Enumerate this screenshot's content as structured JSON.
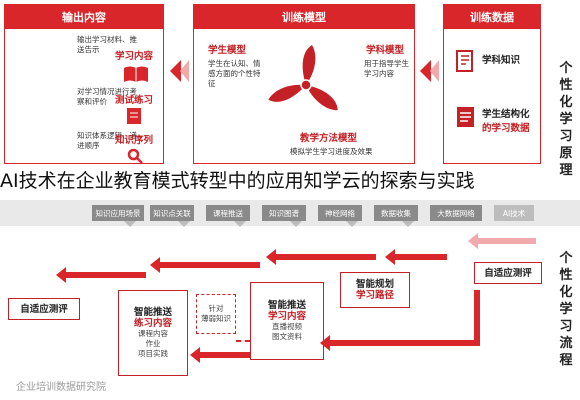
{
  "top": {
    "output_panel": {
      "header": "输出内容",
      "items": [
        {
          "label": "学习内容",
          "desc": "输出学习材料、推送告示"
        },
        {
          "label": "测试练习",
          "desc": "对学习情况进行考察和评价"
        },
        {
          "label": "知识序列",
          "desc": "知识体系逻辑、递进顺序"
        }
      ]
    },
    "model_panel": {
      "header": "训练模型",
      "left_label": "学生模型",
      "left_desc": "学生在认知、情感方面的个性特征",
      "right_label": "学科模型",
      "right_desc": "用于指导学生学习内容",
      "bottom_label": "教学方法模型",
      "bottom_desc": "模拟学生学习进度及效果"
    },
    "data_panel": {
      "header": "训练数据",
      "items": [
        {
          "label": "学科知识"
        },
        {
          "label": "学生结构化",
          "sub": "的学习数据"
        }
      ]
    },
    "right_vertical": "个性化学习原理"
  },
  "strip": {
    "chips": [
      "知识应用场景",
      "知识点关联",
      "课程推送",
      "知识图谱",
      "神经网络",
      "数据收集",
      "大数据网络",
      "AI技术"
    ]
  },
  "caption": "AI技术在企业教育模式转型中的应用知学云的探索与实践",
  "bottom": {
    "boxes": [
      {
        "title": "自适应测评",
        "color": "black"
      },
      {
        "title": "智能规划",
        "title2": "学习路径",
        "color": "black"
      },
      {
        "title": "智能推送",
        "title2": "学习内容",
        "sub": [
          "直播视频",
          "图文资料"
        ]
      },
      {
        "title": "针对",
        "title2": "薄弱知识",
        "color": "black"
      },
      {
        "title": "智能推送",
        "title2": "练习内容",
        "sub": [
          "课程内容",
          "作业",
          "项目实践"
        ]
      },
      {
        "title": "自适应测评",
        "color": "black"
      }
    ],
    "right_vertical": "个性化学习流程"
  },
  "watermark": "企业培训数据研究院",
  "colors": {
    "accent": "#d9262b",
    "dark": "#c42126",
    "pink": "#f2a9ab",
    "gray": "#8a8a8a"
  }
}
